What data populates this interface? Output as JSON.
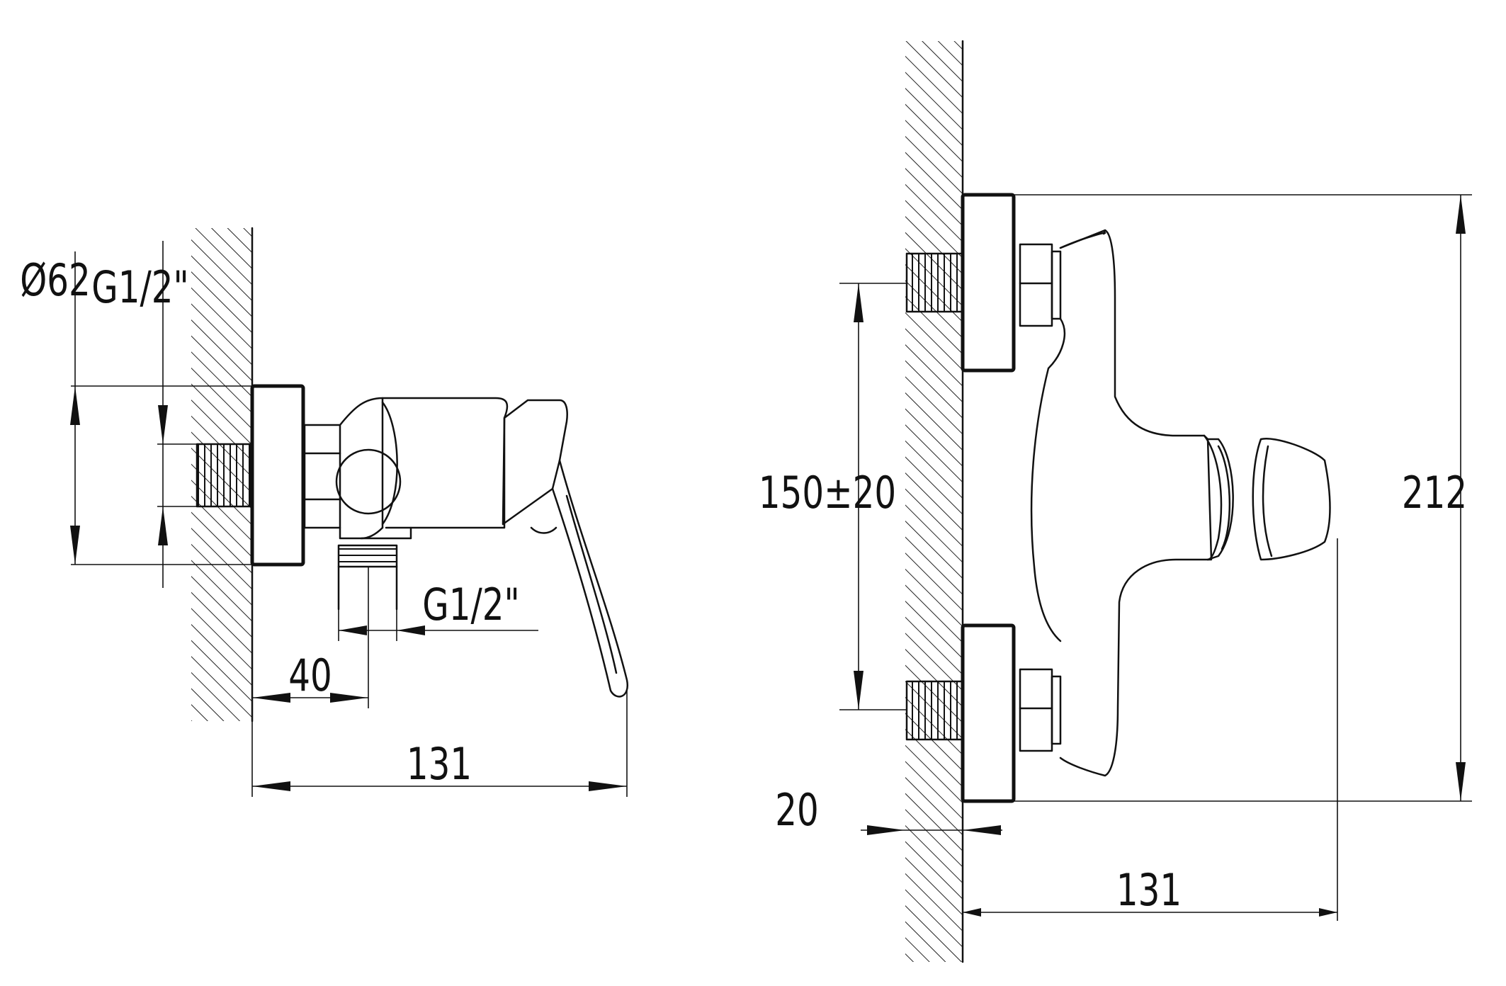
{
  "left_view": {
    "diameter_label": "Ø62",
    "thread_wall_label": "G1/2\"",
    "thread_bottom_label": "G1/2\"",
    "offset_label": "40",
    "depth_label": "131"
  },
  "right_view": {
    "spacing_label": "150±20",
    "height_label": "212",
    "wall_adjust_label": "20",
    "depth_label": "131"
  }
}
